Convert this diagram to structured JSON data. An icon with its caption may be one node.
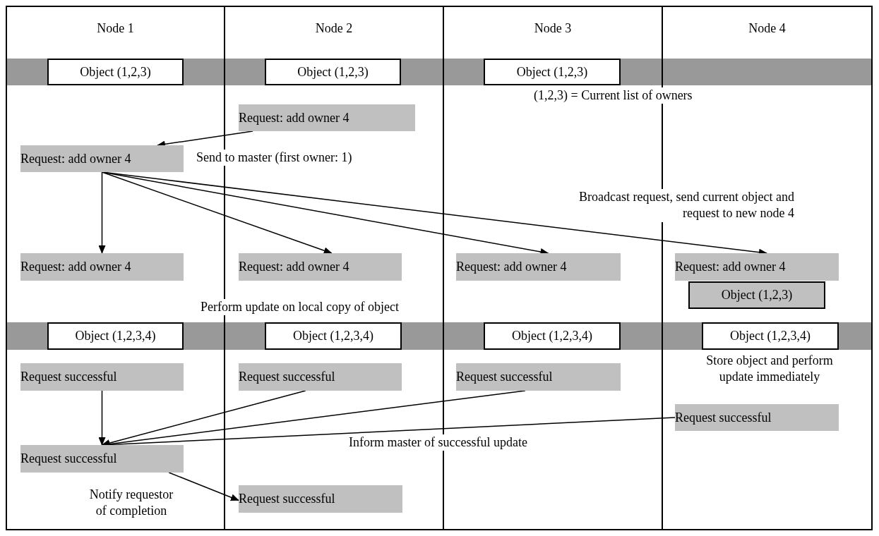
{
  "diagram": {
    "nodes": [
      {
        "text": [
          "Node 1"
        ]
      },
      {
        "text": [
          "Node 2"
        ]
      },
      {
        "text": [
          "Node 3"
        ]
      },
      {
        "text": [
          "Node 4"
        ]
      },
      {
        "text": [
          "Object (1,2,3)"
        ],
        "in": 0
      },
      {
        "text": [
          "Object (1,2,3)"
        ],
        "in": 1
      },
      {
        "text": [
          "Object (1,2,3)"
        ],
        "in": 2
      },
      {
        "text": [
          "Request: add owner 4"
        ],
        "in": 1
      },
      {
        "text": [
          "Request: add owner 4"
        ],
        "in": 0
      },
      {
        "text": [
          "Request: add owner 4"
        ],
        "in": 0
      },
      {
        "text": [
          "Request: add owner 4"
        ],
        "in": 1
      },
      {
        "text": [
          "Request: add owner 4"
        ],
        "in": 2
      },
      {
        "text": [
          "Request: add owner 4"
        ],
        "in": 3
      },
      {
        "text": [
          "Object (1,2,3)"
        ],
        "in": 3
      },
      {
        "text": [
          "Object (1,2,3,4)"
        ],
        "in": 0
      },
      {
        "text": [
          "Object (1,2,3,4)"
        ],
        "in": 1
      },
      {
        "text": [
          "Object (1,2,3,4)"
        ],
        "in": 2
      },
      {
        "text": [
          "Object (1,2,3,4)"
        ],
        "in": 3
      },
      {
        "text": [
          "Request successful"
        ],
        "in": 0
      },
      {
        "text": [
          "Request successful"
        ],
        "in": 1
      },
      {
        "text": [
          "Request successful"
        ],
        "in": 2
      },
      {
        "text": [
          "Request successful"
        ],
        "in": 3
      },
      {
        "text": [
          "Request successful"
        ],
        "in": 0
      },
      {
        "text": [
          "Request successful"
        ],
        "in": 1
      }
    ],
    "edges": [
      {
        "from": 7,
        "to": 8,
        "arrow": "to"
      },
      {
        "from": 8,
        "to": 9,
        "arrow": "to"
      },
      {
        "from": 8,
        "to": 10,
        "arrow": "to"
      },
      {
        "from": 8,
        "to": 11,
        "arrow": "to"
      },
      {
        "from": 8,
        "to": 12,
        "arrow": "to"
      },
      {
        "from": 18,
        "to": 22,
        "arrow": "to"
      },
      {
        "from": 19,
        "to": 22,
        "arrow": "to"
      },
      {
        "from": 20,
        "to": 22,
        "arrow": "to"
      },
      {
        "from": 21,
        "to": 22,
        "arrow": "to"
      },
      {
        "from": 22,
        "to": 23,
        "arrow": "to"
      }
    ],
    "labels": [
      "(1,2,3) = Current list of owners",
      "Send to master (first owner: 1)",
      "Broadcast request, send current object and request to new node 4",
      "Perform update on local copy of object",
      "Store object and perform update immediately",
      "Inform master of successful update",
      "Notify requestor of completion"
    ]
  }
}
